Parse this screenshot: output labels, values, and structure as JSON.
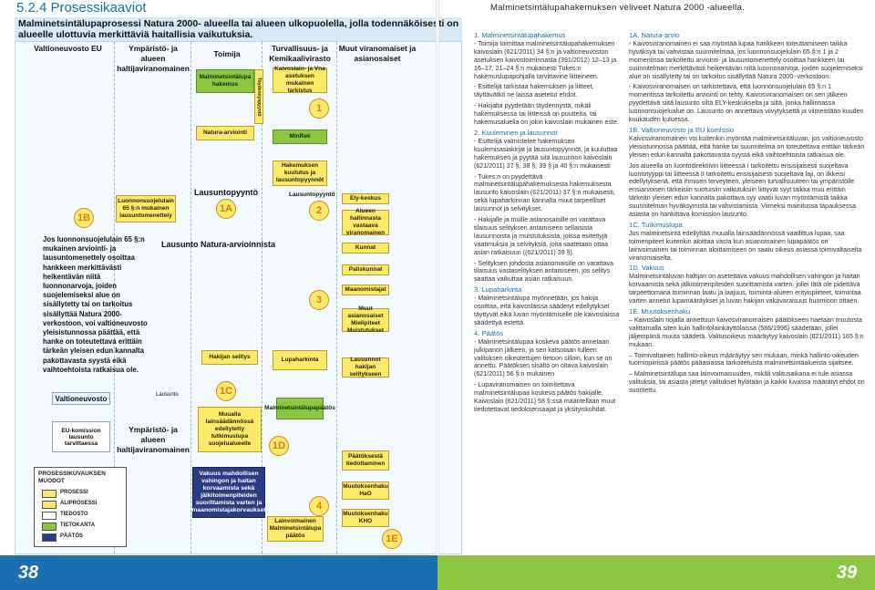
{
  "left": {
    "section_title": "5.2.4 Prosessikaaviot",
    "caption": "Malminetsintälupaprosessi Natura 2000- alueella tai alueen ulkopuolella, jolla todennäköisesti on alueelle ulottuvia merkittäviä haitallisia vaikutuksia.",
    "columns": [
      "Valtioneuvosto EU",
      "Ympäristö- ja alueen haltijaviranomainen",
      "Toimija",
      "Turvallisuus- ja Kemikaalivirasto",
      "Muut viranomaiset ja asianosaiset"
    ],
    "boxes": {
      "malminetsintalupahakemus": "Malminetsintälupa hakemus",
      "taydennyspyynto": "Täydennyspyyntö",
      "kaivoslain_vna": "Kaivoslain- ja Vna asetuksen mukainen tarkistus",
      "natura_arviointi": "Natura-arviointi",
      "minrek": "MinRek",
      "hakemuksen_kuulutus": "Hakemuksen kuulutus ja lausuntopyynnöt",
      "luonnonsuojelulain": "Luonnonsuojelulain 65 §:n mukainen lausuntomenettely",
      "ely_keskus": "Ely-keskus",
      "alueen_hallinnasta": "Alueen hallinnasta vastaava viranomainen",
      "kunnat": "Kunnat",
      "paliskunnat": "Paliskunnat",
      "maanomistajat": "Maanomistajat",
      "muut_asianosaiset": "Muut asianosaiset Mielipiteet Muistutukset",
      "hakijan_selitys": "Hakijan selitys",
      "lausunnot_hakijan": "Lausunnot hakijan selitykseen",
      "lupaharkinta": "Lupaharkinta",
      "muualla_lainsaadannossa": "Muualla lainsäädännössä edellytetty tutkimuslupa suojelualueelle",
      "malminetsintalupapaatos": "Malminetsintälupapäätös",
      "paatoksesta": "Päätöksestä tiedottaminen",
      "vakuus": "Vakuus mahdollisen vahingon ja haitan korvaamista sekä jälkitoimenpiteiden suorittamista varten ja maanomistajakorvaukset",
      "muutoksenhaku_hao": "Muutoksenhaku HaO",
      "muutoksenhaku_kho": "Muutoksenhaku KHO",
      "lainvoimainen": "Lainvoimainen Malminetsintälupa päätös",
      "eu_komission": "EU-komission lausunto tarvittaessa",
      "valtioneuvosto": "Valtioneuvosto",
      "ymparisto_bottom": "Ympäristö- ja alueen haltijaviranomainen"
    },
    "labels": {
      "lausuntopyynto_a": "Lausuntopyyntö",
      "lausunto_natura": "Lausunto Natura-arvioinnista",
      "lausuntopyynto_b": "Lausuntopyyntö",
      "lausunto": "Lausunto"
    },
    "markers": [
      "1",
      "1A",
      "1B",
      "2",
      "3",
      "1C",
      "1D",
      "4",
      "1E"
    ],
    "note": "Jos luonnonsuojelulain 65 §:n mukainen arviointi- ja lausuntomenettely osoittaa hankkeen merkittävästi heikentävän niitä luonnonarvoja, joiden suojelemiseksi alue on sisällytetty tai on tarkoitus sisällyttää Natura 2000- verkostoon, voi valtioneuvosto yleisistunnossa päättää, että hanke on toteutettava erittäin tärkeän yleisen edun kannalta pakottavasta syystä eikä vaihtoehtoista ratkaisua ole.",
    "legend": {
      "title": "PROSESSIKUVAUKSEN MUODOT",
      "items": [
        "PROSESSI",
        "ALIPROSESSI",
        "TIEDOSTO",
        "TIETOKANTA",
        "PÄÄTÖS"
      ]
    },
    "page_number": "38"
  },
  "right": {
    "title": "Malminetsintälupahakemuksen veliveet Natura 2000 -alueella.",
    "col1": [
      {
        "h": "1. Malminetsintälupahakemus",
        "p": [
          "- Toimija toimittaa malminetsintälupahakemuksen kaivoslain (621/2011) 34 §:n ja valtioneuvoston asetuksen kaivostoiminnasta (391/2012) 12–13 ja 16–17, 21–24 §:n mukaisesti Tukes:n hakemuslupapohjalla tarvittavine liitteineen.",
          "- Esittelijä tarkistaa hakemuksen ja liitteet, täyttävätkö ne laissa asetetut ehdot.",
          "- Hakijalta pyydetään täydennystä, mikäli hakemuksessa tai liitteissä on puutteita, tai hakemusaluella on jokin kaivoslain mukainen este."
        ]
      },
      {
        "h": "2. Kuuleminen ja lausunnot",
        "p": [
          "- Esittelijä valmistelee hakemuksen kuulemisasiakirjat ja lausuntopyynnöt, ja kuuluttaa hakemuksen ja pyytää sitä lausunnon kaivoslain (621/2011) 37 §, 38 §, 39 § ja 40 §:n mukaisesti",
          "- Tukes:n on pyydettävä malminetsintälupahakemuksesta hakemuksesta lausunto kaivoslain (621/2011) 37 §:n mukaisesti, sekä lupaharkinnan kannalta muut tarpeelliset lausunnot ja selvitykset.",
          "- Hakijalle ja muille asianosaisille on varattava tilaisuus selityksen antamiseen sellaisista lausunnoista ja muistutuksista, joissa esitettyjä vaatimuksia ja selvityksiä, joita saatetaan ottaa asian ratkaisuun ((621/2011) 39 §).",
          "- Selityksen johdosta asianomaisille on varattava tilaisuus vastaselityksen antamiseen, jos selitys saattaa vaikuttaa asian ratkaisuun."
        ]
      },
      {
        "h": "3. Lupaharkinta",
        "p": [
          "- Malminetsintälupa myönnetään, jos hakija osoittaa, että kaivoslaissa säädetyt edellytykset täyttyvät eikä luvan myöntämiselle ole kaivoslaissa säädettyä estettä."
        ]
      },
      {
        "h": "4. Päätös",
        "p": [
          "- Malminetsintälupaa koskeva päätös annetaan julkipanon jälkeen, ja sen katsotaan tulleen valituksen oikeutettujen tietoon silloin, kun se on annettu. Päätöksen sisältö on oltava kaivoslain (621/2011) 56 §:n mukainen",
          "- Lupaviranomaisen on toimitettava malminetsintälupaa koskeva päätös hakijalle. Kaivoslain (621/2011) 58 §:ssä määritellään muut tiedotettavat tiedoksensaajat ja yksityiskohdat."
        ]
      }
    ],
    "col2": [
      {
        "h": "1A. Natura-arvio",
        "p": [
          "- Kaivosviranomainen ei saa myöntää lupaa hankkeen toteuttamiseen taikka hyväksyä tai vahvistaa suunnitelmaa, jos luonnonsuojelulain 65 §:n 1 ja 2 momentissa tarkoitettu arviointi- ja lausuntomenettely osoittaa hankkeen tai suunnitelman merkittävästi heikentävän niitä luonnonarvoja, joiden suojelemiseksi alue on sisällytetty tai on tarkoitus sisällyttää Natura 2000 -verkostoon.",
          "- Kaivosviranomaisen on tarkistettava, että luonnonsuojelulain 65 §:n 1 momentissa tarkoitettu arviointi on tehty. Kaivosviranomaisen on sen jälkeen pyydettävä siitä lausunto siltä ELY-keskukselta ja siltä, jonka hallinnassa luonnonsuojelualue on. Lausunto on annettava viivytyksettä ja viimeistään kuuden kuukauden kuluessa."
        ]
      },
      {
        "h": "1B. Valtioneuvosto ja EU komissio",
        "p": [
          "Kaivosviranomainen voi kuitenkin myöntää malminetsintäluvan, jos valtioneuvosto yleisistunnossa päättää, että hanke tai suunnitelma on toteutettava erittäin tärkeän yleisen edun kannalta pakottavasta syystä eikä vaihtoehtoista ratkaisua ole.",
          "Jos alueella on luontodirektiivin liitteessä I tarkoitettu ensisijaisesti suojeltava luontotyyppi tai liitteessä II tarkoitettu ensisijaisesti suojeltava laji, on ilkkeisi edellytyksenä, että ihmisen terveyteen, yleiseen turvallisuuteen tai ympäristölle ensiarvoisen tärkeisiin suotuisiin vaikutuksiin liittyvät syyt taikka muu erittäin tärkeän yleisen edun kannalta pakottava syy vaatii luvan myöntämistä taikka suunnitelman hyväksymistä tai vahvistamista. Viimeksi mainitussa tapauksessa asiasta on hankittava komission lausunto."
        ]
      },
      {
        "h": "1C. Tutkimuslupa",
        "p": [
          "Jos malminetsintä edellyttää muualla lainsäädännössä vaadittua lupaa, saa toimenpiteet kuitenkin aloittaa vasta kun asianomainen lupapäätös on lainvoimainen tai toiminnan aloittamiseen on saatu oikeus asiassa toimivaltaiselta viranomaiselta."
        ]
      },
      {
        "h": "1D. Vakuus",
        "p": [
          "Malminetsintäluvan haltijan on asetettava vakuus mahdollisen vahingon ja haitan korvaamista sekä jälkitoimenpiteiden suorittamista varten, jollei tätä ole pidettävä tarpeettomana toiminnan laatu ja laajuus, toiminta-alueen erityispiirteet, toimintaa varten annetut lupamääräykset ja luvan hakijan vakavaraisuus huomioon ottaen."
        ]
      },
      {
        "h": "1E. Muutoksenhaku",
        "p": [
          "– Kaivoslain nojalla annettuun kaivosviranomaisen päätökseen haetaan muutosta valittamalla siten kuin hallintolainkäyttölaissa (586/1996) säädetään, jollei jäljempänä muuta säädetä. Valitusoikeus määräytyy kaivoslain (621/2011) 165 §:n mukaan.",
          "– Toimivaltainen hallinto-oikeus määräytyy sen mukaan, minkä hallinto-oikeuden tuomiopiirissä päätös pääasiassa tarkoitetuista malminetsintäalueista sijaitsee.",
          "– Malminetsintälupa saa lainvoimaisuuden, mikäli valitusaikana ei tule asiassa valituksia, tai asiasta jätetyt valitukset hylätään ja kaikki luvassa määrätyt ehdot on suoritettu."
        ]
      }
    ],
    "page_number": "39"
  },
  "colors": {
    "blue": "#1a6fb0",
    "green": "#8cc641",
    "yellow": "#fbe96a",
    "navy": "#2c3b85"
  }
}
